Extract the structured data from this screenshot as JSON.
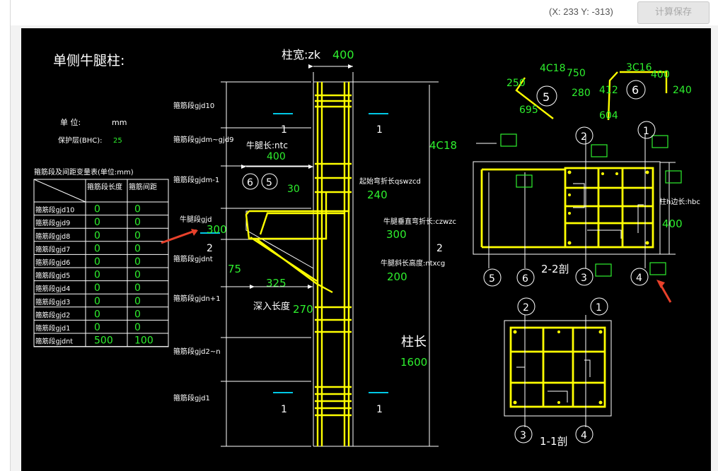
{
  "header": {
    "coords": "(X: 233 Y: -313)",
    "save_label": "计算保存"
  },
  "drawing": {
    "title": "单侧牛腿柱:",
    "unit_label": "单  位:",
    "unit_value": "mm",
    "cover_label": "保护层(BHC):",
    "cover_value": "25",
    "table_title": "箍筋段及间距变量表(单位:mm)",
    "table_headers": [
      "箍筋段长度",
      "箍筋间距"
    ],
    "table_rows": [
      {
        "name": "箍筋段gjd10",
        "len": "0",
        "sp": "0"
      },
      {
        "name": "箍筋段gjd9",
        "len": "0",
        "sp": "0"
      },
      {
        "name": "箍筋段gjd8",
        "len": "0",
        "sp": "0"
      },
      {
        "name": "箍筋段gjd7",
        "len": "0",
        "sp": "0"
      },
      {
        "name": "箍筋段gjd6",
        "len": "0",
        "sp": "0"
      },
      {
        "name": "箍筋段gjd5",
        "len": "0",
        "sp": "0"
      },
      {
        "name": "箍筋段gjd4",
        "len": "0",
        "sp": "0"
      },
      {
        "name": "箍筋段gjd3",
        "len": "0",
        "sp": "0"
      },
      {
        "name": "箍筋段gjd2",
        "len": "0",
        "sp": "0"
      },
      {
        "name": "箍筋段gjd1",
        "len": "0",
        "sp": "0"
      },
      {
        "name": "箍筋段gjdnt",
        "len": "500",
        "sp": "100"
      }
    ],
    "seg_labels": [
      "箍筋段gjd10",
      "箍筋段gjdm~gjd9",
      "箍筋段gjdm-1",
      "牛腿段gjd",
      "箍筋段gjdnt",
      "箍筋段gjdn+1",
      "箍筋段gjd2~n",
      "箍筋段gjd1"
    ],
    "col_width_label": "柱宽:zk",
    "col_width_value": "400",
    "corbel_len_label": "牛腿长:ntc",
    "corbel_len_value": "400",
    "val_30": "30",
    "bend_start_label": "起始弯折长qswzcd",
    "bend_start_value": "240",
    "vert_bend_label": "牛腿垂直弯折长:czwzc",
    "vert_bend_value": "300",
    "slope_h_label": "牛腿斜长高度:ntxcg",
    "slope_h_value": "200",
    "corbel_seg_value": "300",
    "val_75": "75",
    "val_325": "325",
    "embed_label": "深入长度",
    "embed_value": "270",
    "col_len_label": "柱长",
    "col_len_value": "1600",
    "main_bar": "4C18",
    "sec_marks": [
      "1",
      "1",
      "2",
      "2",
      "1",
      "1"
    ],
    "bar5": {
      "spec": "4C18",
      "a": "750",
      "b": "250",
      "c": "280",
      "d": "695",
      "num": "5"
    },
    "bar6": {
      "spec": "3C16",
      "a": "400",
      "b": "412",
      "c": "240",
      "d": "604",
      "num": "6"
    },
    "circles_main": [
      "6",
      "5"
    ],
    "sec22_title": "2-2剖",
    "sec22_circles": [
      "2",
      "1",
      "5",
      "6",
      "3",
      "4"
    ],
    "hbc_label": "柱h边长:hbc",
    "hbc_value": "400",
    "sec11_title": "1-1剖",
    "sec11_circles": [
      "2",
      "1",
      "3",
      "4"
    ]
  },
  "colors": {
    "green": "#2ef02e",
    "yellow": "#ffff00",
    "cyan": "#00c8e6",
    "white": "#ffffff",
    "red": "#e8412b"
  }
}
